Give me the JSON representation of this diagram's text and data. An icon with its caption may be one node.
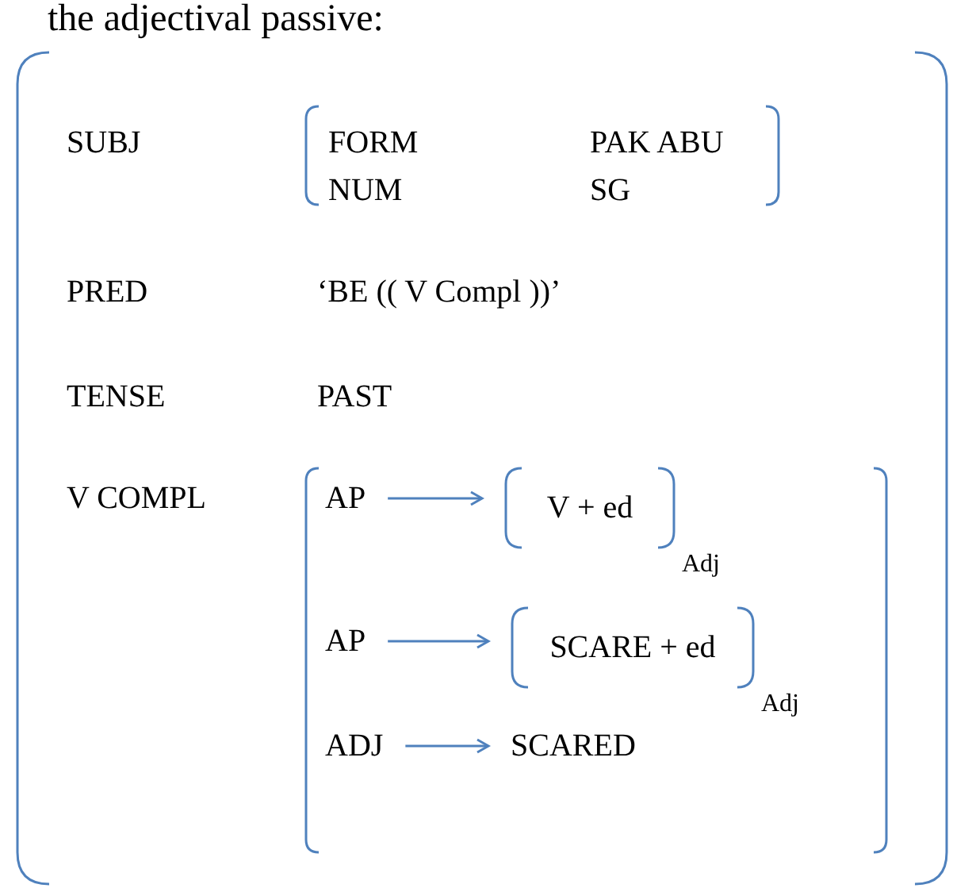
{
  "diagram": {
    "title": "the adjectival passive:",
    "nodes": [
      {
        "text": [
          "FORM",
          "PAK ABU",
          "NUM",
          "SG"
        ]
      },
      {
        "text": [],
        "shape": "box"
      },
      {
        "text": [
          "AP"
        ],
        "in": 1
      },
      {
        "text": [
          "V + ed"
        ],
        "in": 1,
        "beside": [
          "Adj"
        ]
      },
      {
        "text": [
          "AP"
        ],
        "in": 1
      },
      {
        "text": [
          "SCARE + ed"
        ],
        "in": 1,
        "beside": [
          "Adj"
        ]
      },
      {
        "text": [
          "ADJ"
        ],
        "in": 1
      },
      {
        "text": [
          "SCARED"
        ],
        "in": 1
      }
    ],
    "edges": [
      {
        "from": 2,
        "to": 3,
        "arrow": "to"
      },
      {
        "from": 4,
        "to": 5,
        "arrow": "to"
      },
      {
        "from": 6,
        "to": 7,
        "arrow": "to"
      }
    ],
    "labels": [
      "SUBJ",
      "PRED",
      "‘BE (( V Compl ))’",
      "TENSE",
      "PAST",
      "V COMPL"
    ]
  }
}
